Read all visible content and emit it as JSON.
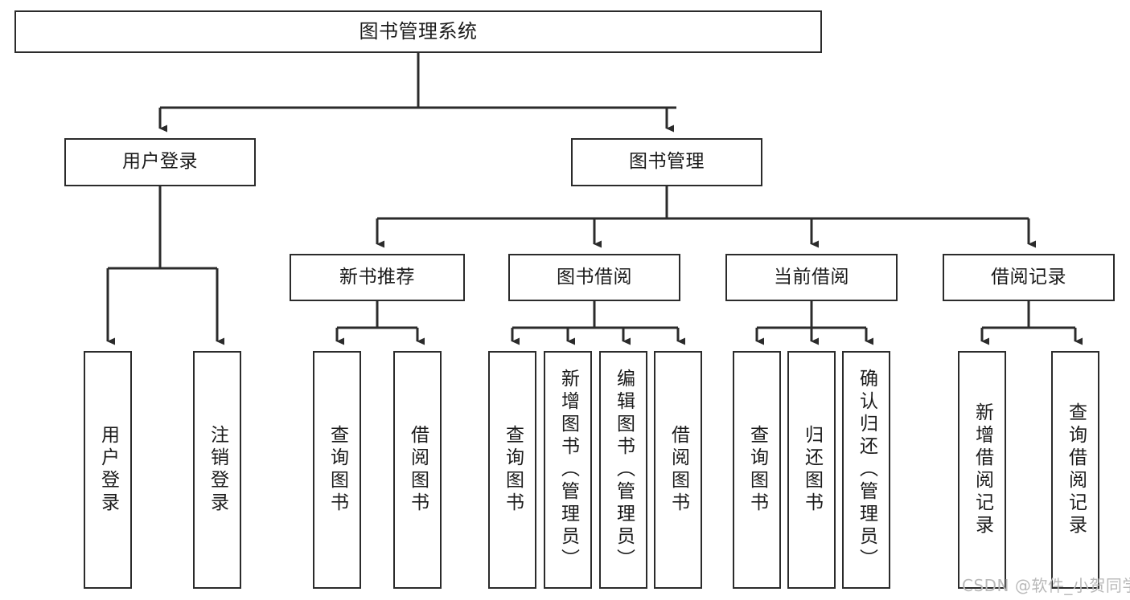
{
  "diagram": {
    "title": "图书管理系统",
    "type": "function-structure-tree",
    "watermark": "CSDN @软件_小贺同学",
    "colors": {
      "background": "#ffffff",
      "node_border": "#2b2b2b",
      "node_fill": "#ffffff",
      "edge": "#2b2b2b",
      "text": "#1b1b1b",
      "watermark": "#b9b9b9"
    },
    "levels": {
      "root": {
        "label": "图书管理系统"
      },
      "level2": [
        {
          "id": "user-login",
          "label": "用户登录"
        },
        {
          "id": "book-manage",
          "label": "图书管理"
        }
      ],
      "level3": [
        {
          "id": "new-book-recommend",
          "label": "新书推荐",
          "parent": "book-manage"
        },
        {
          "id": "book-borrow",
          "label": "图书借阅",
          "parent": "book-manage"
        },
        {
          "id": "current-borrow",
          "label": "当前借阅",
          "parent": "book-manage"
        },
        {
          "id": "borrow-record",
          "label": "借阅记录",
          "parent": "book-manage"
        }
      ],
      "leaves": [
        {
          "id": "leaf-user-login",
          "label": "用户登录",
          "parent": "user-login"
        },
        {
          "id": "leaf-user-logout",
          "label": "注销登录",
          "parent": "user-login"
        },
        {
          "id": "leaf-query-book-1",
          "label": "查询图书",
          "parent": "new-book-recommend"
        },
        {
          "id": "leaf-borrow-book-1",
          "label": "借阅图书",
          "parent": "new-book-recommend"
        },
        {
          "id": "leaf-query-book-2",
          "label": "查询图书",
          "parent": "book-borrow"
        },
        {
          "id": "leaf-add-book",
          "label": "新增图书（管理员）",
          "parent": "book-borrow"
        },
        {
          "id": "leaf-edit-book",
          "label": "编辑图书（管理员）",
          "parent": "book-borrow"
        },
        {
          "id": "leaf-borrow-book-2",
          "label": "借阅图书",
          "parent": "book-borrow"
        },
        {
          "id": "leaf-query-book-3",
          "label": "查询图书",
          "parent": "current-borrow"
        },
        {
          "id": "leaf-return-book",
          "label": "归还图书",
          "parent": "current-borrow"
        },
        {
          "id": "leaf-confirm-return",
          "label": "确认归还（管理员）",
          "parent": "current-borrow"
        },
        {
          "id": "leaf-add-record",
          "label": "新增借阅记录",
          "parent": "borrow-record"
        },
        {
          "id": "leaf-query-record",
          "label": "查询借阅记录",
          "parent": "borrow-record"
        }
      ]
    }
  }
}
